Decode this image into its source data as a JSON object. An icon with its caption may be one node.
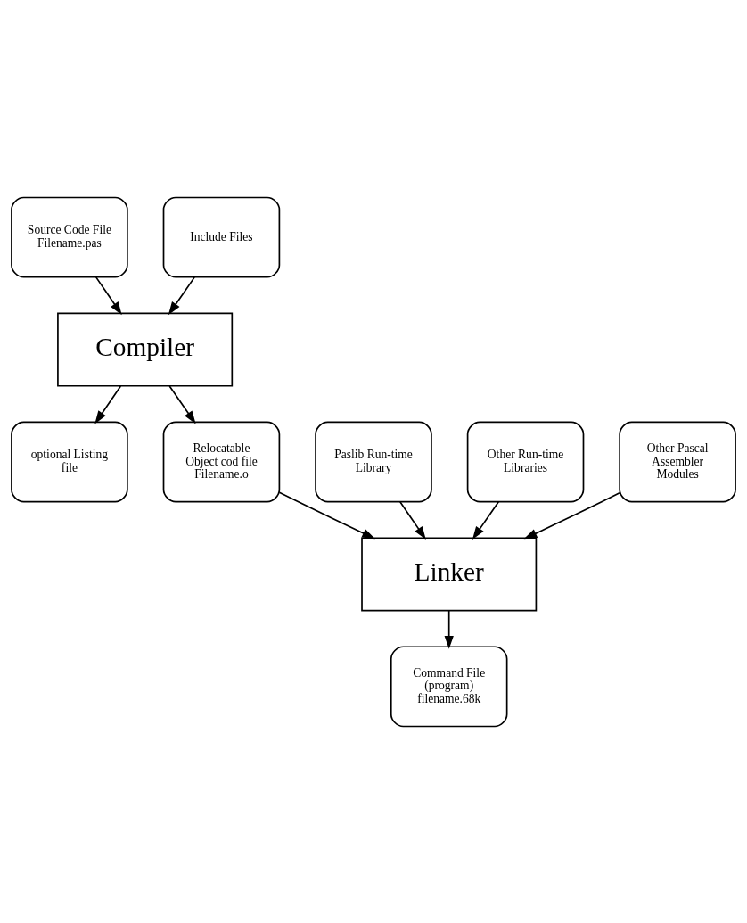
{
  "diagram": {
    "nodes": [
      {
        "text": [
          "Source Code File Filename.pas"
        ]
      },
      {
        "text": [
          "Include Files"
        ]
      },
      {
        "text": [
          "Compiler"
        ]
      },
      {
        "text": [
          "optional Listing file"
        ]
      },
      {
        "text": [
          "Relocatable Object cod file Filename.o"
        ]
      },
      {
        "text": [
          "Paslib Run-time Library"
        ]
      },
      {
        "text": [
          "Other Run-time Libraries"
        ]
      },
      {
        "text": [
          "Other Pascal Assembler Modules"
        ]
      },
      {
        "text": [
          "Linker"
        ]
      },
      {
        "text": [
          "Command File (program) filename.68k"
        ]
      }
    ],
    "edges": [
      {
        "from": 0,
        "to": 2,
        "arrow": "to"
      },
      {
        "from": 1,
        "to": 2,
        "arrow": "to"
      },
      {
        "from": 2,
        "to": 3,
        "arrow": "to"
      },
      {
        "from": 2,
        "to": 4,
        "arrow": "to"
      },
      {
        "from": 4,
        "to": 8,
        "arrow": "to"
      },
      {
        "from": 5,
        "to": 8,
        "arrow": "to"
      },
      {
        "from": 6,
        "to": 8,
        "arrow": "to"
      },
      {
        "from": 7,
        "to": 8,
        "arrow": "to"
      },
      {
        "from": 8,
        "to": 9,
        "arrow": "to"
      }
    ]
  }
}
